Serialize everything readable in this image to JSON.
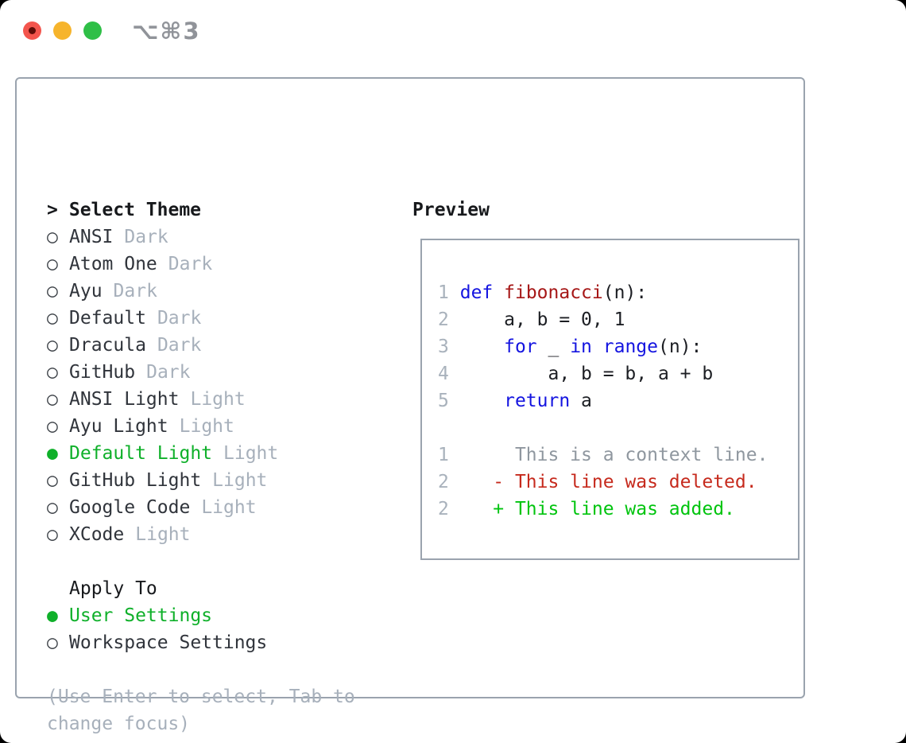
{
  "titlebar": {
    "shortcut": "⌥⌘3"
  },
  "colors": {
    "accent_green": "#0fb02a",
    "added_green": "#00c40e",
    "deleted_red": "#c62a1d",
    "keyword_blue": "#1414e0",
    "function_red": "#a61717",
    "muted_gray": "#a7b0bb",
    "border_gray": "#9aa3ae",
    "traffic_red": "#f3554d",
    "traffic_yellow": "#f6b42c",
    "traffic_green": "#2fbf47"
  },
  "theme_list": {
    "pointer": ">",
    "title": "Select Theme",
    "items": [
      {
        "bullet": "○",
        "name": "ANSI",
        "variant": "Dark",
        "selected": false
      },
      {
        "bullet": "○",
        "name": "Atom One",
        "variant": "Dark",
        "selected": false
      },
      {
        "bullet": "○",
        "name": "Ayu",
        "variant": "Dark",
        "selected": false
      },
      {
        "bullet": "○",
        "name": "Default",
        "variant": "Dark",
        "selected": false
      },
      {
        "bullet": "○",
        "name": "Dracula",
        "variant": "Dark",
        "selected": false
      },
      {
        "bullet": "○",
        "name": "GitHub",
        "variant": "Dark",
        "selected": false
      },
      {
        "bullet": "○",
        "name": "ANSI Light",
        "variant": "Light",
        "selected": false
      },
      {
        "bullet": "○",
        "name": "Ayu Light",
        "variant": "Light",
        "selected": false
      },
      {
        "bullet": "●",
        "name": "Default Light",
        "variant": "Light",
        "selected": true
      },
      {
        "bullet": "○",
        "name": "GitHub Light",
        "variant": "Light",
        "selected": false
      },
      {
        "bullet": "○",
        "name": "Google Code",
        "variant": "Light",
        "selected": false
      },
      {
        "bullet": "○",
        "name": "XCode",
        "variant": "Light",
        "selected": false
      }
    ]
  },
  "apply_to": {
    "title": "Apply To",
    "items": [
      {
        "bullet": "●",
        "name": "User Settings",
        "selected": true
      },
      {
        "bullet": "○",
        "name": "Workspace Settings",
        "selected": false
      }
    ]
  },
  "help": {
    "line1": "(Use Enter to select, Tab to",
    "line2": "change focus)"
  },
  "preview": {
    "title": "Preview",
    "code": [
      {
        "num": "1",
        "s0": " ",
        "s1": "def",
        "s2": " ",
        "s3": "fibonacci",
        "s4": "(n):"
      },
      {
        "num": "2",
        "s0": "     a, b = 0, 1"
      },
      {
        "num": "3",
        "s0": "     ",
        "s1": "for",
        "s2": " _ ",
        "s3": "in",
        "s4": " ",
        "s5": "range",
        "s6": "(n):"
      },
      {
        "num": "4",
        "s0": "         a, b = b, a + b"
      },
      {
        "num": "5",
        "s0": "     ",
        "s1": "return",
        "s2": " a"
      }
    ],
    "diff": [
      {
        "num": "1",
        "kind": "context",
        "text": "      This is a context line."
      },
      {
        "num": "2",
        "kind": "deleted",
        "text": "    - This line was deleted."
      },
      {
        "num": "2",
        "kind": "added",
        "text": "    + This line was added."
      }
    ]
  }
}
